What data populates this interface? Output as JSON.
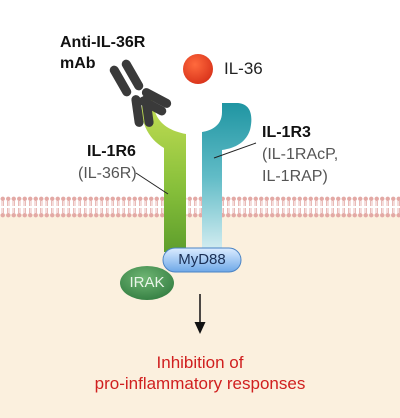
{
  "antibody": {
    "line1": "Anti-IL-36R",
    "line2": "mAb"
  },
  "ligand": {
    "label": "IL-36"
  },
  "receptor1": {
    "name": "IL-1R6",
    "alias": "(IL-36R)"
  },
  "receptor2": {
    "name": "IL-1R3",
    "alias1": "(IL-1RAcP,",
    "alias2": "IL-1RAP)"
  },
  "adaptor": {
    "label": "MyD88"
  },
  "kinase": {
    "label": "IRAK"
  },
  "outcome": {
    "line1": "Inhibition of",
    "line2": "pro-inflammatory responses"
  },
  "colors": {
    "ligand": "#e8401f",
    "receptor1": "#7fbf2f",
    "receptor2": "#2aa3b0",
    "antibody": "#3a3a3a",
    "myd88": "#6ea8e8",
    "irak": "#3f8a4e",
    "membrane": "#e3a9a5",
    "cytoplasm": "#fbf0de",
    "outcome_text": "#d01f1f"
  }
}
